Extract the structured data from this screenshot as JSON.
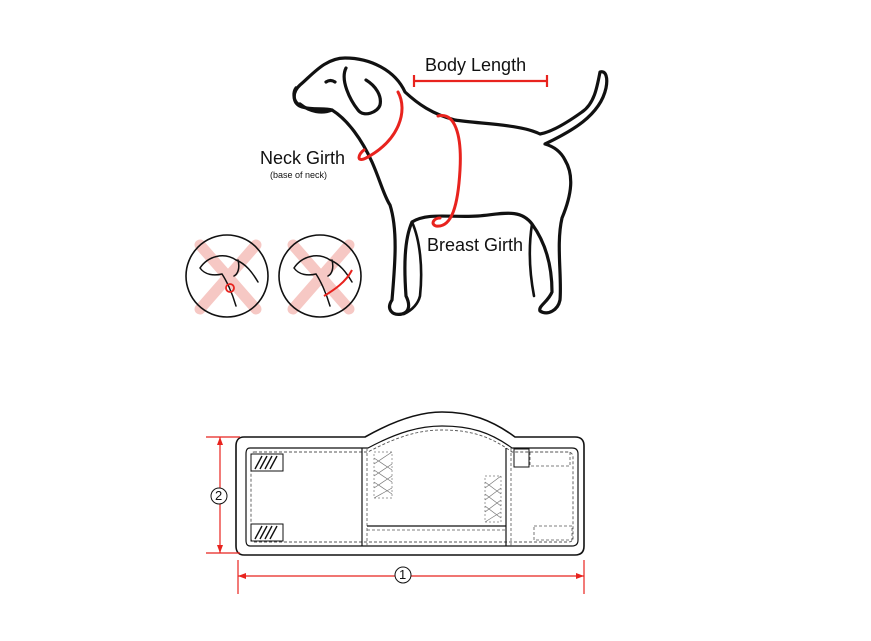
{
  "labels": {
    "body_length": "Body Length",
    "neck_girth": "Neck Girth",
    "neck_girth_note": "(base of neck)",
    "breast_girth": "Breast Girth"
  },
  "dimensions": {
    "width_marker": "1",
    "height_marker": "2"
  },
  "colors": {
    "measure": "#e8231e",
    "outline": "#111111",
    "cross": "#f6c8c4",
    "pad_line": "#444444"
  }
}
